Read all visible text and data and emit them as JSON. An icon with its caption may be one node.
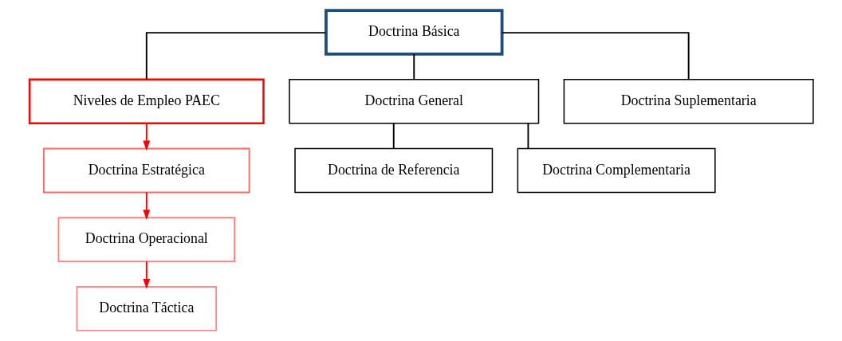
{
  "diagram": {
    "nodes": [
      {
        "text": [
          "Doctrina Básica"
        ]
      },
      {
        "text": [
          "Niveles de Empleo PAEC"
        ]
      },
      {
        "text": [
          "Doctrina General"
        ]
      },
      {
        "text": [
          "Doctrina Suplementaria"
        ]
      },
      {
        "text": [
          "Doctrina Estratégica"
        ]
      },
      {
        "text": [
          "Doctrina Operacional"
        ]
      },
      {
        "text": [
          "Doctrina Táctica"
        ]
      },
      {
        "text": [
          "Doctrina de Referencia"
        ]
      },
      {
        "text": [
          "Doctrina Complementaria"
        ]
      }
    ],
    "edges": [
      {
        "from": 0,
        "to": 1,
        "arrow": "none"
      },
      {
        "from": 0,
        "to": 2,
        "arrow": "none"
      },
      {
        "from": 0,
        "to": 3,
        "arrow": "none"
      },
      {
        "from": 1,
        "to": 4,
        "arrow": "to",
        "color": "#ff0000"
      },
      {
        "from": 4,
        "to": 5,
        "arrow": "to",
        "color": "#ff0000"
      },
      {
        "from": 5,
        "to": 6,
        "arrow": "to",
        "color": "#ff0000"
      },
      {
        "from": 2,
        "to": 7,
        "arrow": "none"
      },
      {
        "from": 2,
        "to": 8,
        "arrow": "none"
      }
    ]
  }
}
